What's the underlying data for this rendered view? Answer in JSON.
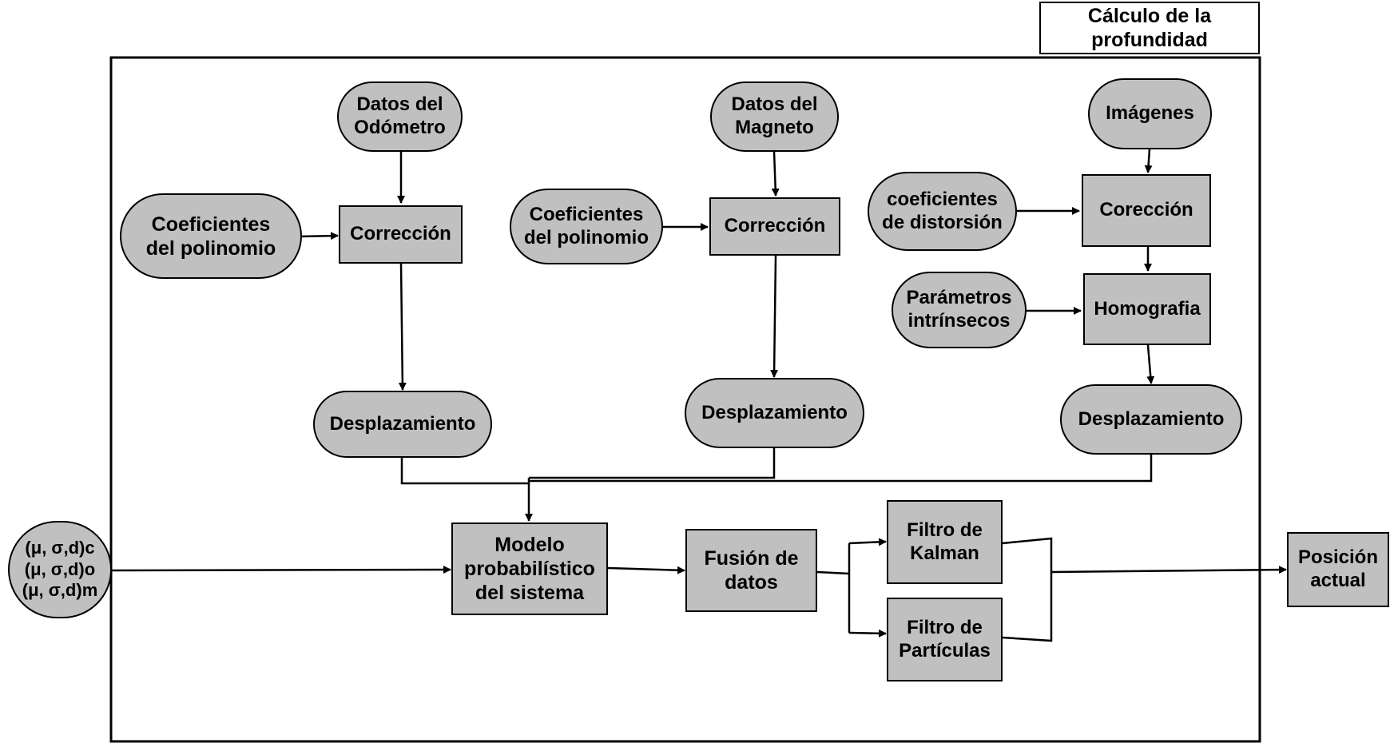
{
  "depth_box": {
    "label": "Cálculo de la\nprofundidad"
  },
  "odometer": {
    "data": "Datos del\nOdómetro",
    "coefficients": "Coeficientes\ndel  polinomio",
    "correction": "Corrección",
    "displacement": "Desplazamiento"
  },
  "magnet": {
    "data": "Datos del\nMagneto",
    "coefficients": "Coeficientes\ndel polinomio",
    "correction": "Corrección",
    "displacement": "Desplazamiento"
  },
  "camera": {
    "images": "Imágenes",
    "distortion": "coeficientes\nde distorsión",
    "correction": "Corección",
    "intrinsics": "Parámetros\nintrínsecos",
    "homography": "Homografia",
    "displacement": "Desplazamiento"
  },
  "input": {
    "label": "(μ, σ,d)c\n(μ, σ,d)o\n(μ, σ,d)m"
  },
  "model": {
    "label": "Modelo\nprobabilístico\ndel sistema"
  },
  "fusion": {
    "label": "Fusión de\ndatos"
  },
  "kalman": {
    "label": "Filtro de\nKalman"
  },
  "particles": {
    "label": "Filtro de\nPartículas"
  },
  "output": {
    "label": "Posición\nactual"
  }
}
